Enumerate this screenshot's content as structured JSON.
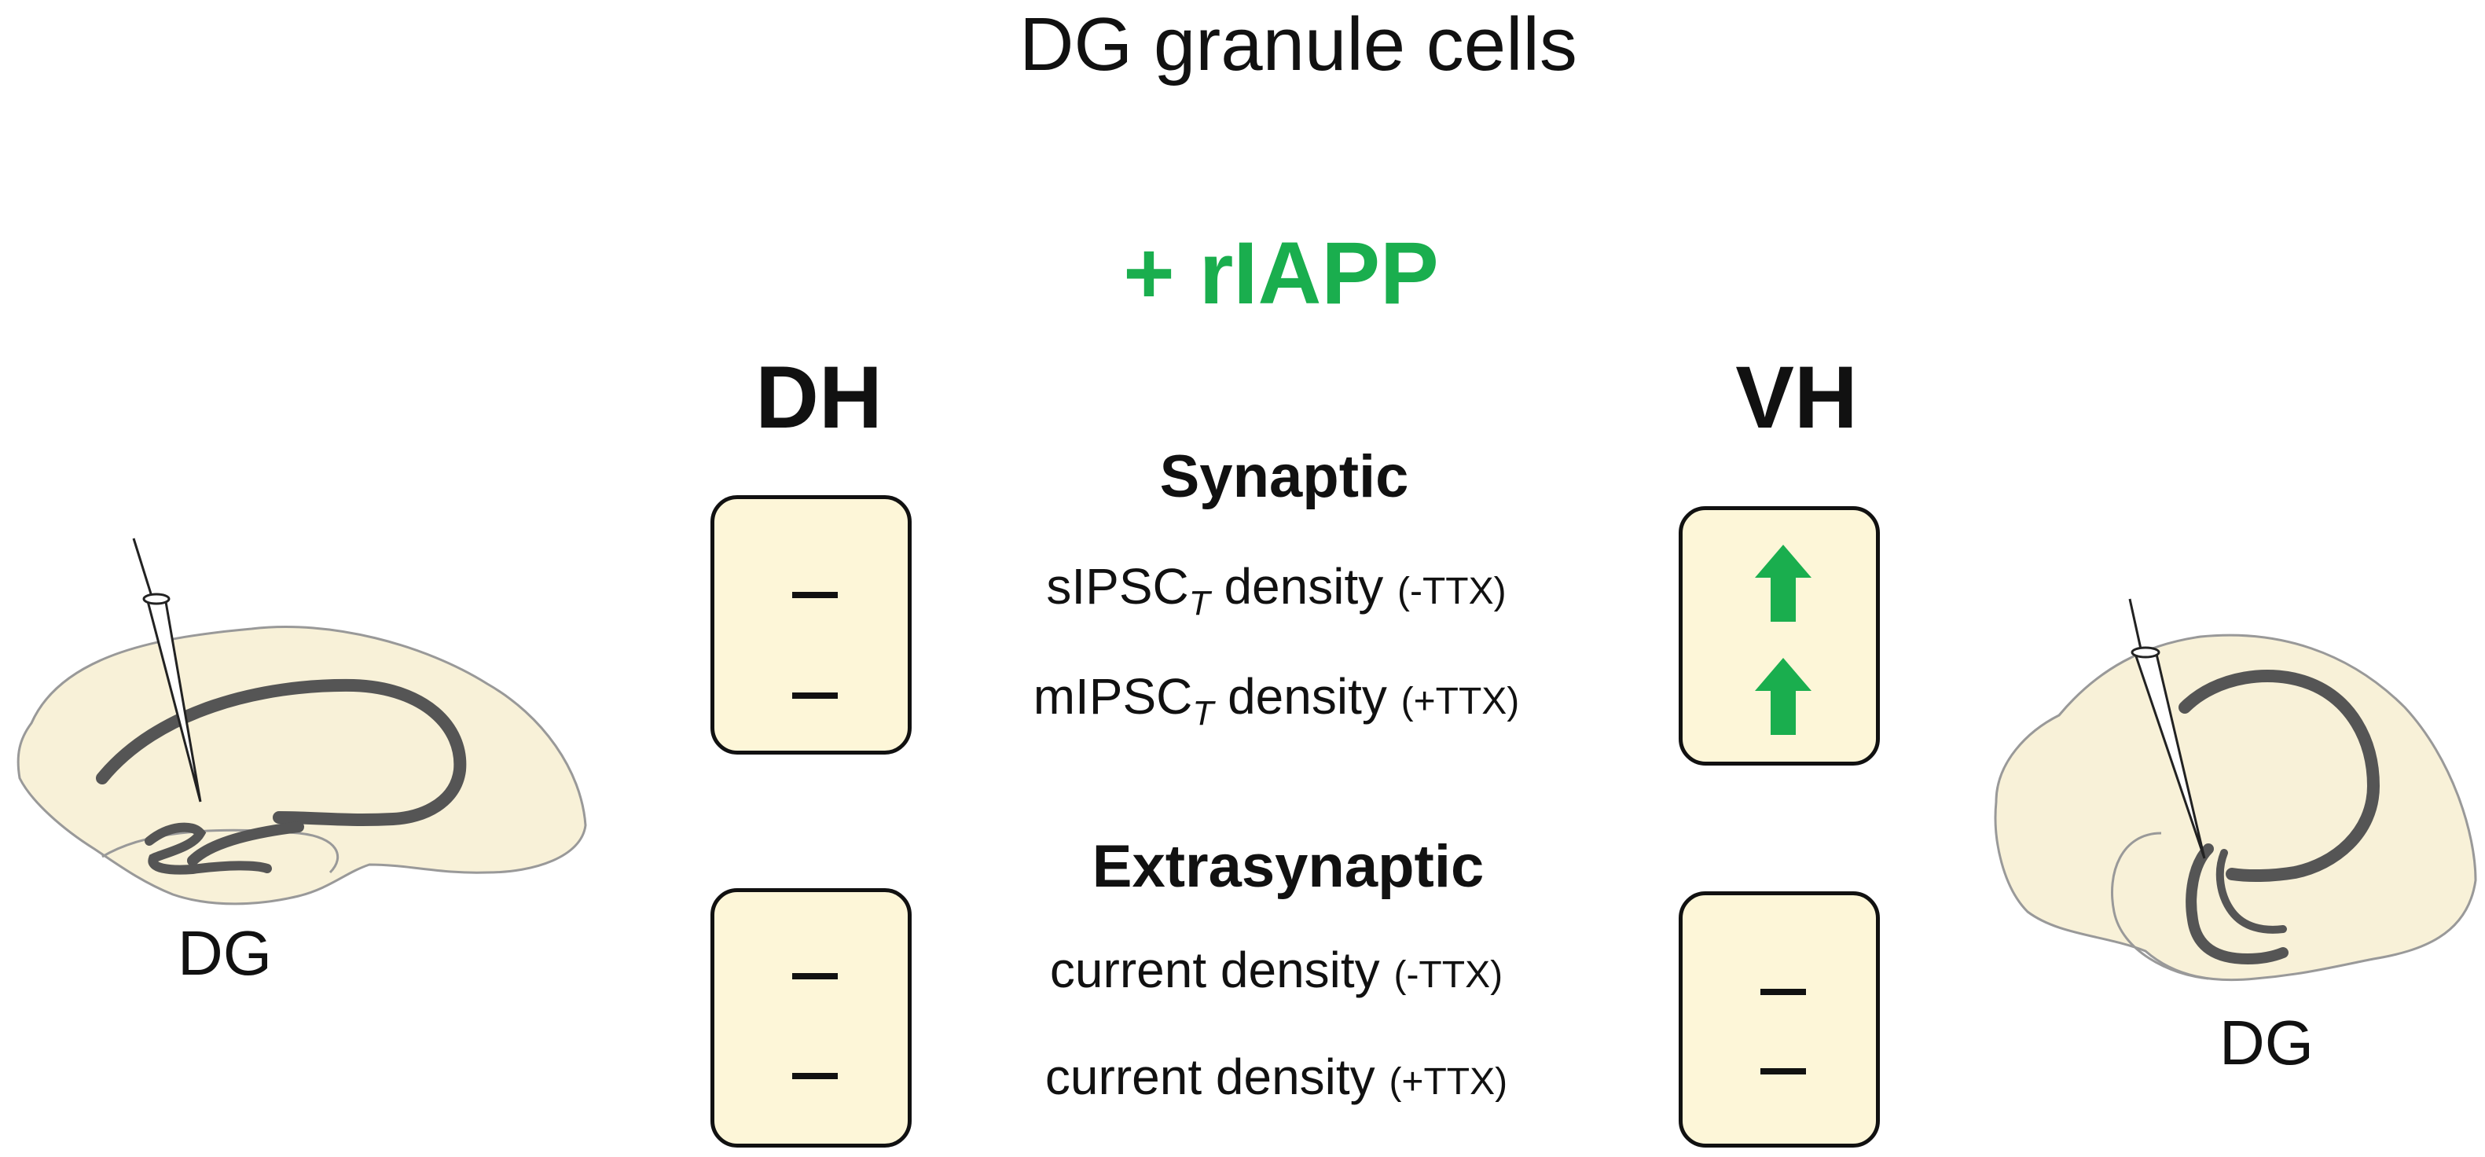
{
  "title": "DG granule cells",
  "treatment": "+ rIAPP",
  "regions": {
    "left": "DH",
    "right": "VH"
  },
  "slice_labels": {
    "left": "DG",
    "right": "DG"
  },
  "sections": {
    "synaptic": {
      "title": "Synaptic",
      "rows": [
        {
          "prefix": "sIPSC",
          "subscript": "T",
          "measure": " density ",
          "condition": "(-TTX)",
          "DH": "no change",
          "VH": "increase"
        },
        {
          "prefix": "mIPSC",
          "subscript": "T",
          "measure": " density ",
          "condition": "(+TTX)",
          "DH": "no change",
          "VH": "increase"
        }
      ]
    },
    "extrasynaptic": {
      "title": "Extrasynaptic",
      "rows": [
        {
          "prefix": "current density ",
          "condition": "(-TTX)",
          "DH": "no change",
          "VH": "no change"
        },
        {
          "prefix": "current density ",
          "condition": "(+TTX)",
          "DH": "no change",
          "VH": "no change"
        }
      ]
    }
  },
  "colors": {
    "accent_green": "#1aae4e",
    "box_fill": "#fdf6d8",
    "slice_fill": "#f8f1d8",
    "dg_stroke": "#555555"
  },
  "icons": {
    "no_change": "dash-icon",
    "increase": "up-arrow-icon"
  }
}
